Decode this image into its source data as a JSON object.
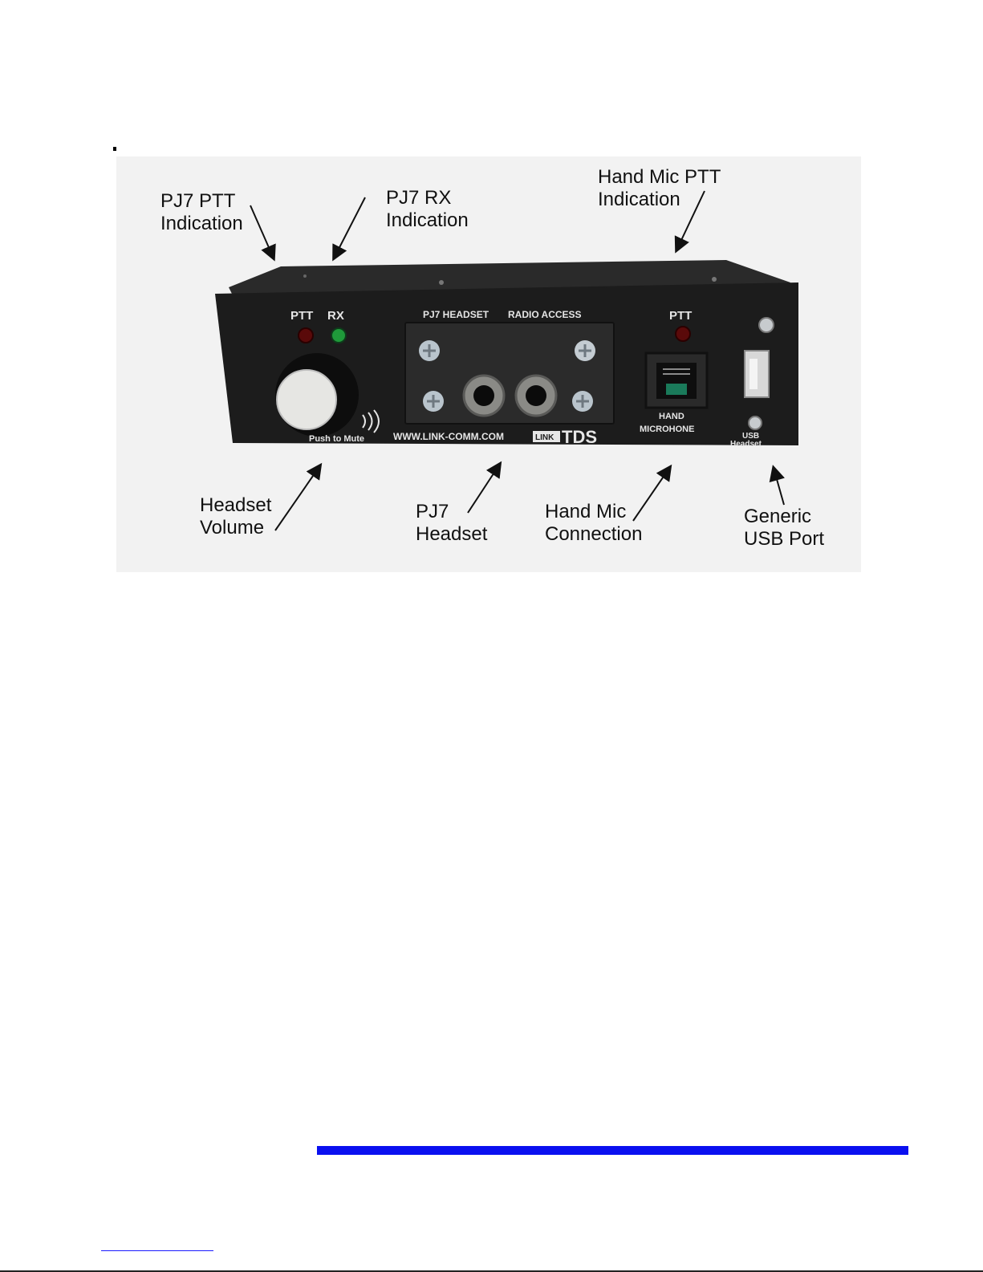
{
  "callouts": {
    "pj7_ptt": "PJ7 PTT\nIndication",
    "pj7_rx": "PJ7 RX\nIndication",
    "hand_mic_ptt": "Hand Mic PTT\nIndication",
    "headset_volume": "Headset\nVolume",
    "pj7_headset": "PJ7\nHeadset",
    "hand_mic_connection": "Hand Mic\nConnection",
    "generic_usb": "Generic\nUSB Port"
  },
  "panel": {
    "ptt_left": "PTT",
    "rx": "RX",
    "pj7_headset_label": "PJ7 HEADSET",
    "radio_access_label": "RADIO ACCESS",
    "ptt_right": "PTT",
    "hand": "HAND",
    "microhone": "MICROHONE",
    "usb": "USB",
    "headset": "Headset",
    "push_to_mute": "Push to Mute",
    "website": "WWW.LINK-COMM.COM",
    "brand_link": "LINK",
    "brand_tds": "TDS"
  },
  "colors": {
    "rule_blue": "#0a10f0",
    "panel_black": "#1c1c1c",
    "led_red": "#8a1010",
    "led_green": "#1f9a3a"
  }
}
